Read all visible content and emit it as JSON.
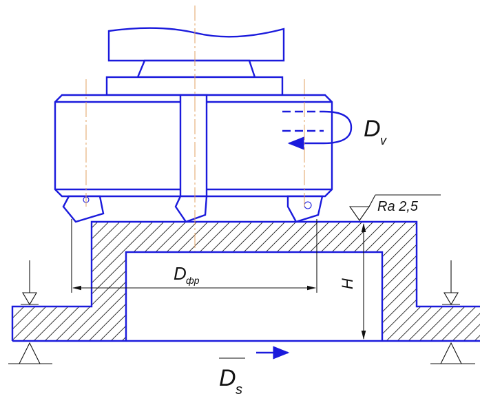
{
  "labels": {
    "rotation_motion": "D",
    "rotation_sub": "v",
    "feed_motion": "D",
    "feed_sub": "s",
    "diameter": "D",
    "diameter_sub": "фр",
    "height": "H",
    "roughness": "Ra 2,5"
  },
  "colors": {
    "outline": "#1a1adc",
    "centerline": "#e0a060",
    "text": "#111111"
  }
}
